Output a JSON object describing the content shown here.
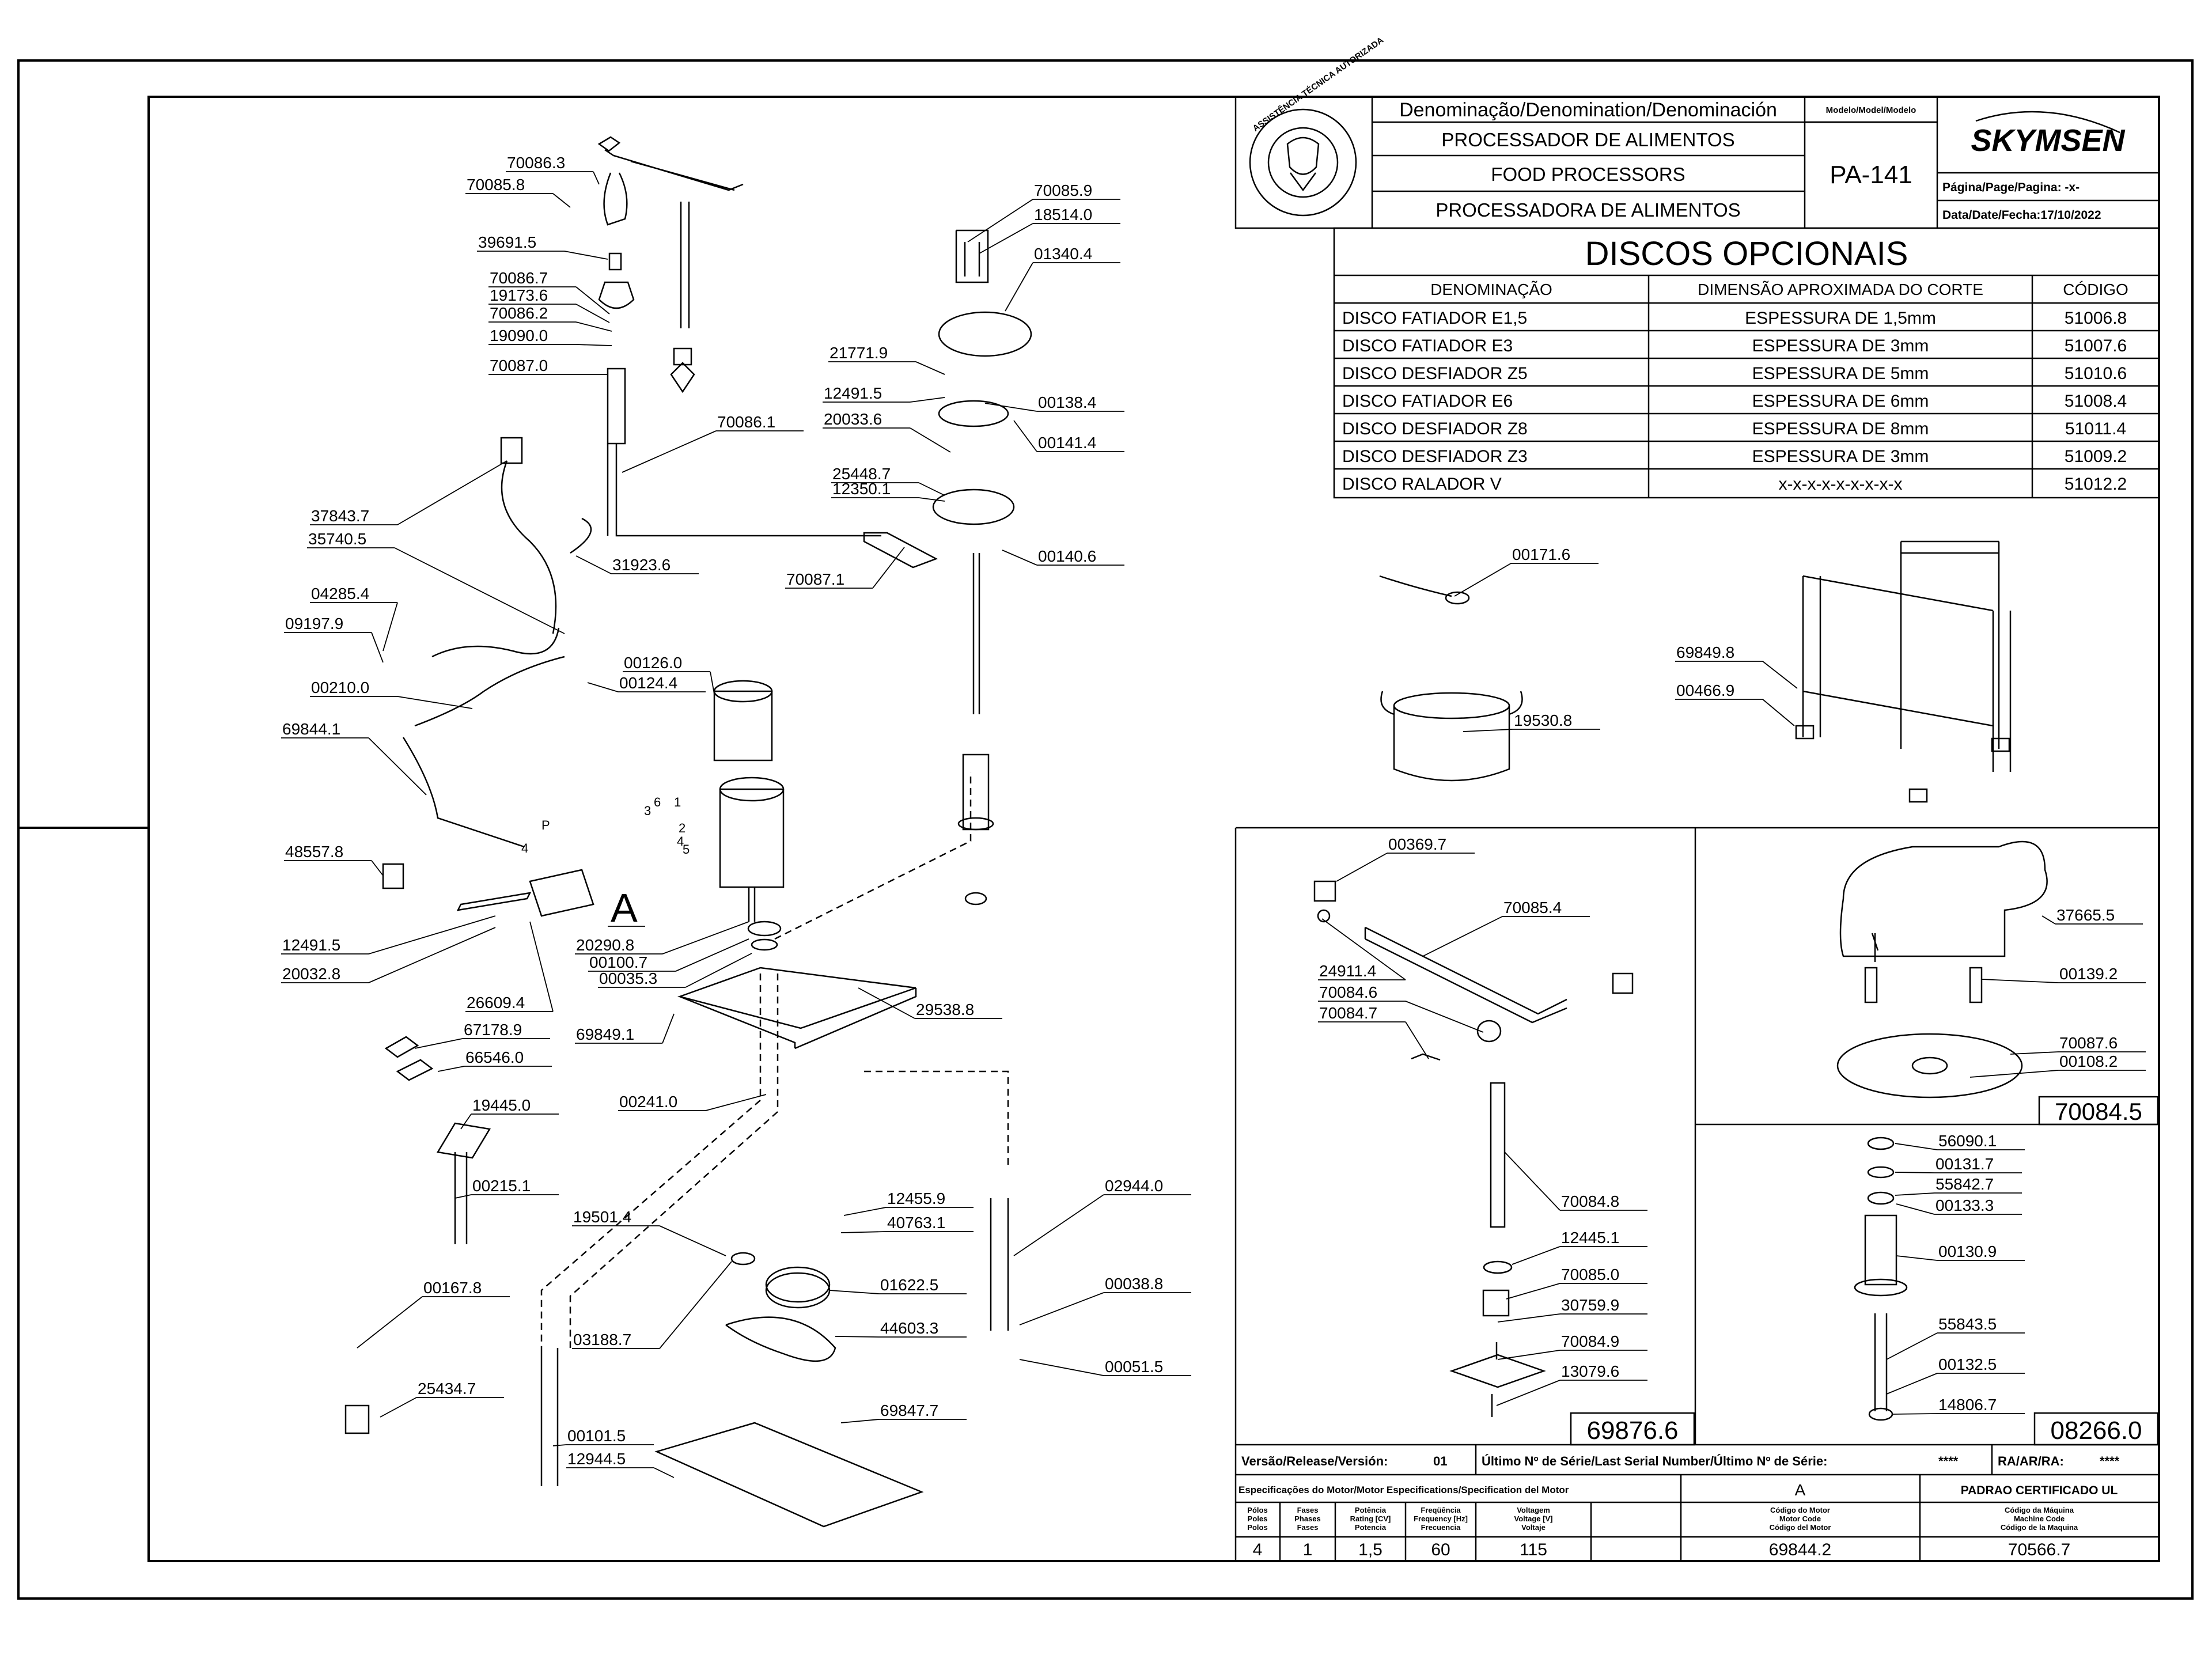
{
  "title_block": {
    "denomination_header": "Denominação/Denomination/Denominación",
    "name_pt": "PROCESSADOR DE ALIMENTOS",
    "name_en": "FOOD PROCESSORS",
    "name_es": "PROCESSADORA DE ALIMENTOS",
    "model_header": "Modelo/Model/Modelo",
    "model": "PA-141",
    "brand": "SKYMSEN",
    "page_label": "Página/Page/Pagina: -x-",
    "date_label": "Data/Date/Fecha:17/10/2022",
    "seal_text": "ASSISTÊNCIA TÉCNICA AUTORIZADA"
  },
  "optional_discs": {
    "title": "DISCOS OPCIONAIS",
    "headers": [
      "DENOMINAÇÃO",
      "DIMENSÃO APROXIMADA DO CORTE",
      "CÓDIGO"
    ],
    "rows": [
      [
        "DISCO FATIADOR E1,5",
        "ESPESSURA DE 1,5mm",
        "51006.8"
      ],
      [
        "DISCO FATIADOR E3",
        "ESPESSURA DE 3mm",
        "51007.6"
      ],
      [
        "DISCO DESFIADOR Z5",
        "ESPESSURA DE 5mm",
        "51010.6"
      ],
      [
        "DISCO FATIADOR E6",
        "ESPESSURA DE 6mm",
        "51008.4"
      ],
      [
        "DISCO DESFIADOR Z8",
        "ESPESSURA DE 8mm",
        "51011.4"
      ],
      [
        "DISCO DESFIADOR Z3",
        "ESPESSURA DE 3mm",
        "51009.2"
      ],
      [
        "DISCO RALADOR V",
        "x-x-x-x-x-x-x-x-x",
        "51012.2"
      ]
    ]
  },
  "main_labels": [
    "70086.3",
    "70085.8",
    "39691.5",
    "70086.7",
    "19173.6",
    "70086.2",
    "19090.0",
    "70087.0",
    "70086.1",
    "37843.7",
    "35740.5",
    "31923.6",
    "04285.4",
    "09197.9",
    "00210.0",
    "00126.0",
    "00124.4",
    "69844.1",
    "48557.8",
    "12491.5",
    "20032.8",
    "26609.4",
    "67178.9",
    "66546.0",
    "19445.0",
    "00215.1",
    "00167.8",
    "25434.7",
    "70085.9",
    "18514.0",
    "01340.4",
    "21771.9",
    "12491.5",
    "20033.6",
    "00138.4",
    "00141.4",
    "25448.7",
    "12350.1",
    "70087.1",
    "00140.6",
    "20290.8",
    "00100.7",
    "00035.3",
    "29538.8",
    "69849.1",
    "00241.0",
    "12455.9",
    "40763.1",
    "19501.4",
    "02944.0",
    "01622.5",
    "03188.7",
    "44603.3",
    "00038.8",
    "00051.5",
    "69847.7",
    "00101.5",
    "12944.5"
  ],
  "callout_a": "A",
  "motor_wire_labels": [
    "P",
    "4",
    "1",
    "6",
    "3",
    "2",
    "4",
    "5"
  ],
  "accessory_labels": [
    "00171.6",
    "19530.8",
    "69849.8",
    "00466.9"
  ],
  "detail_left": {
    "labels": [
      "00369.7",
      "70085.4",
      "24911.4",
      "70084.6",
      "70084.7",
      "70084.8",
      "12445.1",
      "70085.0",
      "30759.9",
      "70084.9",
      "13079.6"
    ],
    "box_code": "69876.6"
  },
  "detail_top_right": {
    "labels": [
      "37665.5",
      "00139.2",
      "70087.6",
      "00108.2"
    ],
    "box_code": "70084.5"
  },
  "detail_bottom_right": {
    "labels": [
      "56090.1",
      "00131.7",
      "55842.7",
      "00133.3",
      "00130.9",
      "55843.5",
      "00132.5",
      "14806.7"
    ],
    "box_code": "08266.0"
  },
  "release_row": {
    "version_label": "Versão/Release/Versión:",
    "version_value": "01",
    "serial_label": "Último Nº de Série/Last Serial Number/Último Nº de Série:",
    "serial_value": "****",
    "ra_label": "RA/AR/RA:",
    "ra_value": "****"
  },
  "motor_specs": {
    "header": "Especificações do Motor/Motor Especifications/Specification del Motor",
    "variant": "A",
    "cert": "PADRAO CERTIFICADO UL",
    "columns": [
      [
        "Pólos",
        "Poles",
        "Polos"
      ],
      [
        "Fases",
        "Phases",
        "Fases"
      ],
      [
        "Potência",
        "Rating [CV]",
        "Potencia"
      ],
      [
        "Freqüência",
        "Frequency [Hz]",
        "Frecuencia"
      ],
      [
        "Voltagem",
        "Voltage [V]",
        "Voltaje"
      ],
      [
        "Código do Motor",
        "Motor Code",
        "Código del Motor"
      ],
      [
        "Código da Máquina",
        "Machine Code",
        "Código de la Maquina"
      ]
    ],
    "values": [
      "4",
      "1",
      "1,5",
      "60",
      "115",
      "69844.2",
      "70566.7"
    ]
  }
}
